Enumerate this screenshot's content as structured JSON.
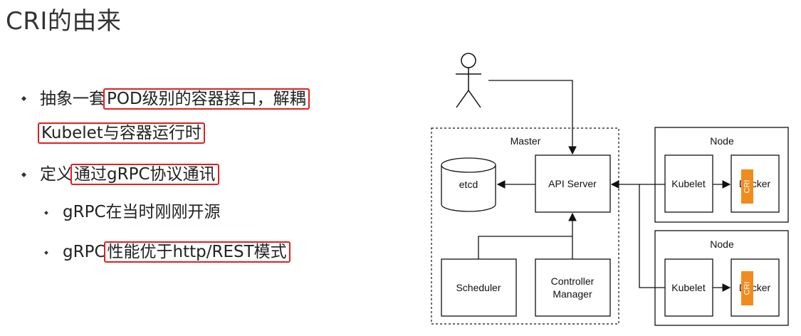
{
  "title": "CRI的由来",
  "bullets": {
    "b1_pre": "抽象一套",
    "b1_hl": "POD级别的容器接口，解耦",
    "b1_line2_hl": "Kubelet与容器运行时",
    "b2_pre": "定义",
    "b2_hl": "通过gRPC协议通讯",
    "s1": "gRPC在当时刚刚开源",
    "s2_pre": "gRPC",
    "s2_hl": "性能优于http/REST模式"
  },
  "diagram": {
    "master_label": "Master",
    "etcd_label": "etcd",
    "api_server_label": "API Server",
    "scheduler_label": "Scheduler",
    "controller_line1": "Controller",
    "controller_line2": "Manager",
    "node1_label": "Node",
    "node2_label": "Node",
    "kubelet1_label": "Kubelet",
    "kubelet2_label": "Kubelet",
    "docker1_label": "Docker",
    "docker2_label": "Docker",
    "cri1_label": "CRI",
    "cri2_label": "CRI",
    "colors": {
      "highlight": "#e02020",
      "cri": "#f08c1e"
    }
  }
}
